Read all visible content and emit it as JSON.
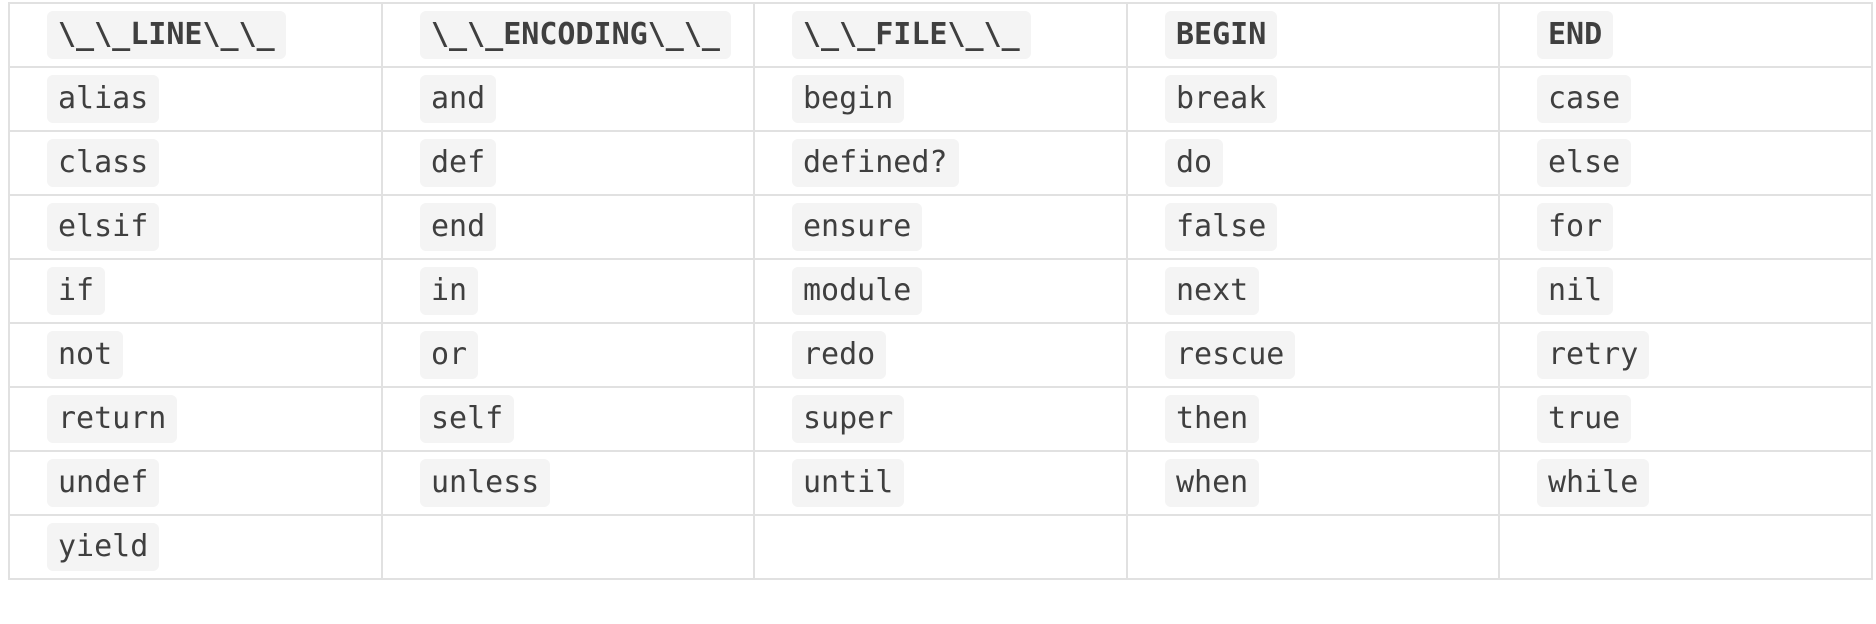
{
  "table": {
    "headers": [
      "\\_\\_LINE\\_\\_",
      "\\_\\_ENCODING\\_\\_",
      "\\_\\_FILE\\_\\_",
      "BEGIN",
      "END"
    ],
    "rows": [
      [
        "alias",
        "and",
        "begin",
        "break",
        "case"
      ],
      [
        "class",
        "def",
        "defined?",
        "do",
        "else"
      ],
      [
        "elsif",
        "end",
        "ensure",
        "false",
        "for"
      ],
      [
        "if",
        "in",
        "module",
        "next",
        "nil"
      ],
      [
        "not",
        "or",
        "redo",
        "rescue",
        "retry"
      ],
      [
        "return",
        "self",
        "super",
        "then",
        "true"
      ],
      [
        "undef",
        "unless",
        "until",
        "when",
        "while"
      ],
      [
        "yield",
        "",
        "",
        "",
        ""
      ]
    ]
  }
}
